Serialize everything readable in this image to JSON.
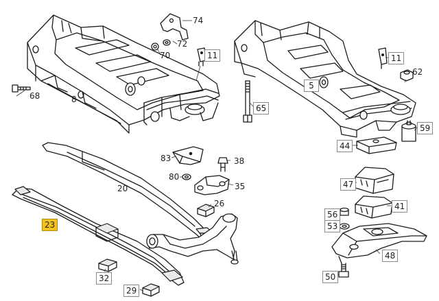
{
  "parts": {
    "p74": "74",
    "p72": "72",
    "p70": "70",
    "p11a": "11",
    "p11b": "11",
    "p68": "68",
    "p8": "8",
    "p5": "5",
    "p62": "62",
    "p65": "65",
    "p59": "59",
    "p44": "44",
    "p83": "83",
    "p38": "38",
    "p80": "80",
    "p35": "35",
    "p20": "20",
    "p26": "26",
    "p47": "47",
    "p41": "41",
    "p23": "23",
    "p56": "56",
    "p53": "53",
    "p48": "48",
    "p32": "32",
    "p50": "50",
    "p29": "29"
  },
  "highlight_color": "#f2c21b",
  "highlighted_part": "23"
}
